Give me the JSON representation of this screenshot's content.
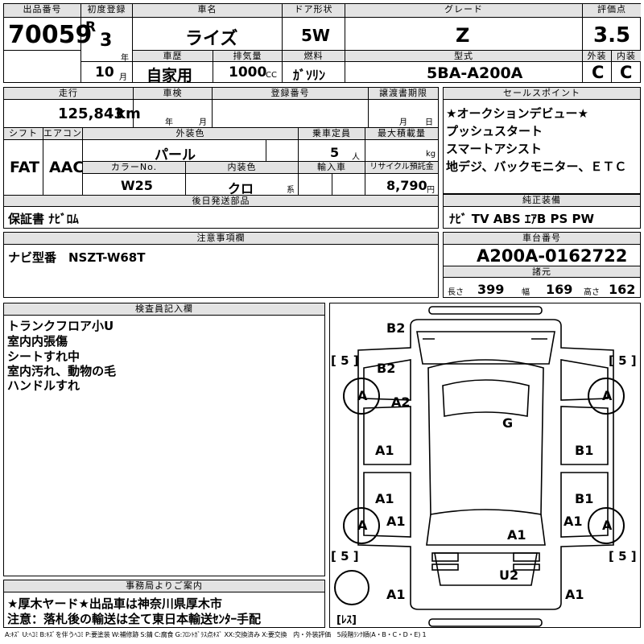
{
  "header": {
    "lot_no_label": "出品番号",
    "lot_no": "70059",
    "first_reg_label": "初度登録",
    "era": "R",
    "year_no": "3",
    "year_unit": "年",
    "month_no": "10",
    "month_unit": "月",
    "car_name_label": "車名",
    "car_name": "ライズ",
    "history_label": "車歴",
    "history": "自家用",
    "displacement_label": "排気量",
    "displacement": "1000",
    "displacement_unit": "CC",
    "door_label": "ドア形状",
    "door": "5W",
    "fuel_label": "燃料",
    "fuel": "ｶﾞｿﾘﾝ",
    "grade_label": "グレード",
    "grade": "Z",
    "model_label": "型式",
    "model": "5BA-A200A",
    "score_label": "評価点",
    "score": "3.5",
    "ext_label": "外装",
    "int_label": "内装",
    "ext_grade": "C",
    "int_grade": "C"
  },
  "row2": {
    "mileage_label": "走行",
    "mileage": "125,843",
    "mileage_unit": "km",
    "inspection_label": "車検",
    "year_unit": "年",
    "month_unit": "月",
    "reg_no_label": "登録番号",
    "transfer_label": "譲渡書期限",
    "t_month": "月",
    "t_day": "日",
    "shift_label": "シフト",
    "aircon_label": "エアコン",
    "shift": "FAT",
    "aircon": "AAC",
    "ext_color_label": "外装色",
    "ext_color": "パール",
    "capacity_label": "乗車定員",
    "capacity": "5",
    "capacity_unit": "人",
    "load_label": "最大積載量",
    "load_unit": "kg",
    "color_no_label": "カラーNo.",
    "color_no": "W25",
    "int_color_label": "内装色",
    "int_color": "クロ",
    "int_color_unit": "系",
    "import_label": "輸入車",
    "recycle_label": "リサイクル預託金",
    "recycle": "8,790",
    "recycle_unit": "円",
    "selling_label": "セールスポイント",
    "selling_points": [
      "★オークションデビュー★",
      "プッシュスタート",
      "スマートアシスト",
      "地デジ、バックモニター、ＥＴＣ"
    ]
  },
  "parts": {
    "later_label": "後日発送部品",
    "later": "保証書 ﾅﾋﾞﾛﾑ",
    "equip_label": "純正装備",
    "equip": "ﾅﾋﾞ TV ABS ｴｱB PS PW"
  },
  "notes": {
    "label": "注意事項欄",
    "text": "ナビ型番　NSZT-W68T",
    "chassis_label": "車台番号",
    "chassis": "A200A-0162722",
    "spec_label": "諸元",
    "length_label": "長さ",
    "length": "399",
    "width_label": "幅",
    "width": "169",
    "height_label": "高さ",
    "height": "162"
  },
  "inspector": {
    "label": "検査員記入欄",
    "lines": [
      "トランクフロア小U",
      "室内内張傷",
      "シートすれ中",
      "室内汚れ、動物の毛",
      "ハンドルすれ"
    ]
  },
  "office": {
    "label": "事務局よりご案内",
    "line1": "★厚木ヤード★出品車は神奈川県厚木市",
    "line2": "注意：落札後の輸送は全て東日本輸送ｾﾝﾀｰ手配"
  },
  "diagram": {
    "marks": {
      "b2_top": "B2",
      "b2_mid": "B2",
      "a2": "A2",
      "g": "G",
      "a1_l1": "A1",
      "a1_l2": "A1",
      "a1_l3": "A1",
      "b1_r1": "B1",
      "b1_r2": "B1",
      "a1_r": "A1",
      "a1_c": "A1",
      "u2": "U2",
      "a1_bl": "A1",
      "a1_br": "A1",
      "tire_tl": "A",
      "tire_tr": "A",
      "tire_bl": "A",
      "tire_br": "A",
      "tread_tl": "[ 5 ]",
      "tread_tr": "[ 5 ]",
      "tread_bl": "[ 5 ]",
      "tread_br": "[ 5 ]",
      "spare": "[ﾚｽ]"
    }
  },
  "legend": "A:ｷｽﾞ U:ﾍｺﾐ B:ｷｽﾞを伴うﾍｺﾐ P:要塗装 W:補修跡 S:錆 C:腐食 G:ﾌﾛﾝﾄｶﾞﾗｽ点ｷｽﾞ XX:交換済み X:要交換　内・外装評価　5段階ﾗﾝｸ順(A・B・C・D・E) 1"
}
